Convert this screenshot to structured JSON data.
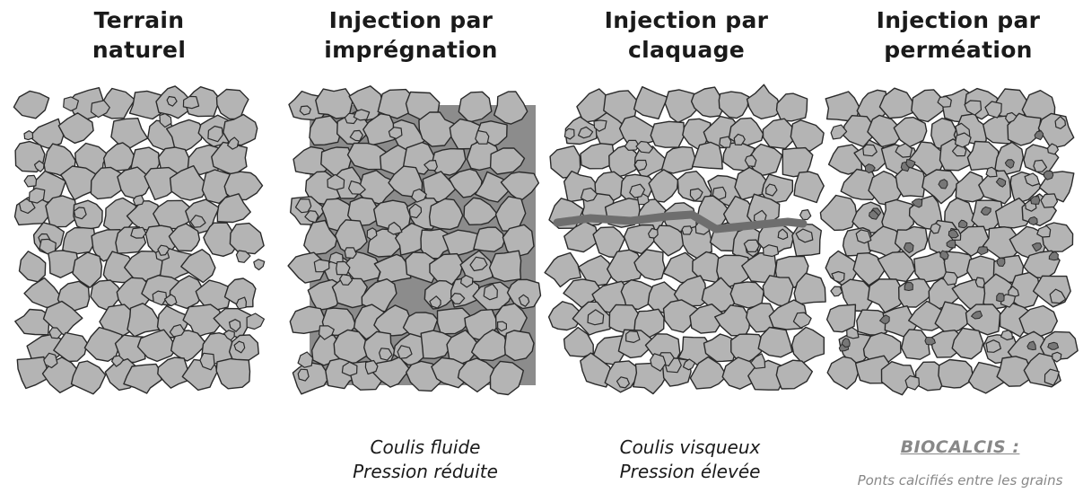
{
  "panels": [
    {
      "id": "naturel",
      "title": [
        "Terrain",
        "naturel"
      ]
    },
    {
      "id": "impregnation",
      "title": [
        "Injection par",
        "imprégnation"
      ],
      "caption": [
        "Coulis fluide",
        "Pression réduite"
      ]
    },
    {
      "id": "claquage",
      "title": [
        "Injection par",
        "claquage"
      ],
      "caption": [
        "Coulis visqueux",
        "Pression élevée"
      ]
    },
    {
      "id": "permeation",
      "title": [
        "Injection par",
        "perméation"
      ],
      "caption_title": "BIOCALCIS :",
      "caption_sub": "Ponts calcifiés entre les grains"
    }
  ],
  "colors": {
    "grain_fill": "#b4b4b4",
    "grain_stroke": "#2a2a2a",
    "grout_fill": "#8c8c8c",
    "fracture": "#6e6e6e",
    "bridge_fill": "#777777",
    "text": "#1a1a1a",
    "caption_grey": "#888888"
  }
}
